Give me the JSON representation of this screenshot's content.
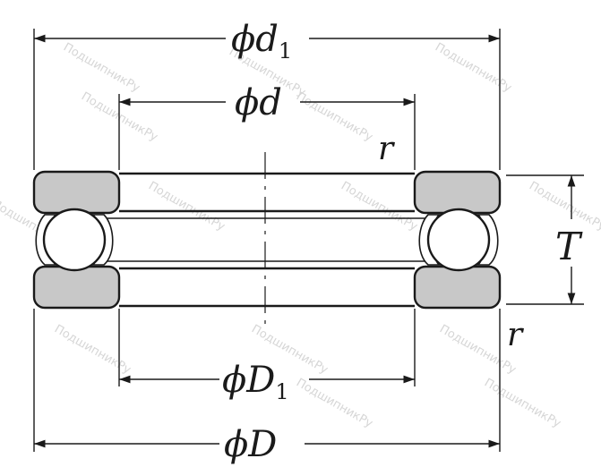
{
  "diagram": {
    "labels": {
      "phi": "ϕ",
      "d1_letter": "d",
      "d1_sub": "1",
      "d_letter": "d",
      "D1_letter": "D",
      "D1_sub": "1",
      "D_letter": "D",
      "r_top": "r",
      "r_bottom": "r",
      "T": "T"
    },
    "watermark": "ПодшипникРу",
    "colors": {
      "stroke": "#1a1a1a",
      "washer_fill": "#c8c8c8",
      "ball_fill": "#ffffff",
      "background": "#ffffff",
      "watermark": "#d6d6d6"
    }
  }
}
